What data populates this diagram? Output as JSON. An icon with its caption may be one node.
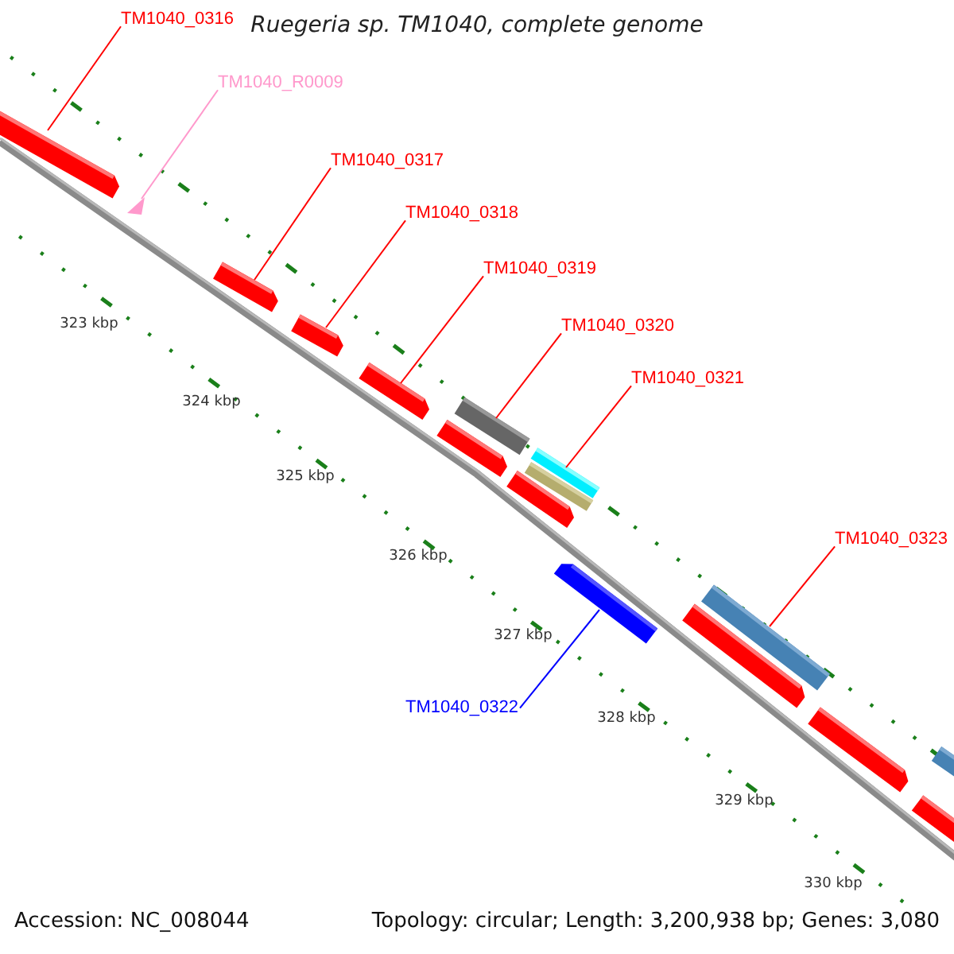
{
  "diagram": {
    "title": "Ruegeria sp. TM1040, complete genome",
    "nodes": [
      {
        "text": [
          "TM1040_0316"
        ]
      },
      {
        "text": [],
        "shape": "bar"
      },
      {
        "text": [
          "TM1040_R0009"
        ]
      },
      {
        "text": [],
        "shape": "triangle"
      },
      {
        "text": [
          "TM1040_0317"
        ]
      },
      {
        "text": [],
        "shape": "bar"
      },
      {
        "text": [
          "TM1040_0318"
        ]
      },
      {
        "text": [],
        "shape": "bar"
      },
      {
        "text": [
          "TM1040_0319"
        ]
      },
      {
        "text": [],
        "shape": "bar"
      },
      {
        "text": [
          "TM1040_0320"
        ]
      },
      {
        "text": [],
        "shape": "bar"
      },
      {
        "text": [],
        "shape": "bar"
      },
      {
        "text": [
          "TM1040_0321"
        ]
      },
      {
        "text": [],
        "shape": "bar"
      },
      {
        "text": [],
        "shape": "bar"
      },
      {
        "text": [],
        "shape": "bar"
      },
      {
        "text": [
          "TM1040_0323"
        ]
      },
      {
        "text": [],
        "shape": "bar"
      },
      {
        "text": [],
        "shape": "bar"
      },
      {
        "text": [],
        "shape": "bar"
      },
      {
        "text": [],
        "shape": "bar"
      },
      {
        "text": [],
        "shape": "bar"
      },
      {
        "text": [],
        "shape": "bar"
      },
      {
        "text": [
          "TM1040_0322"
        ]
      }
    ],
    "edges": [
      {
        "from": 0,
        "to": 1,
        "arrow": "none"
      },
      {
        "from": 2,
        "to": 3,
        "arrow": "none",
        "color": "#ff99cc"
      },
      {
        "from": 4,
        "to": 5,
        "arrow": "none"
      },
      {
        "from": 6,
        "to": 7,
        "arrow": "none"
      },
      {
        "from": 8,
        "to": 9,
        "arrow": "none"
      },
      {
        "from": 10,
        "to": 11,
        "arrow": "none"
      },
      {
        "from": 13,
        "to": 14,
        "arrow": "none"
      },
      {
        "from": 17,
        "to": 18,
        "arrow": "none"
      },
      {
        "from": 24,
        "to": 23,
        "arrow": "none",
        "color": "#0000ff"
      }
    ],
    "labels": [
      "323 kbp",
      "324 kbp",
      "325 kbp",
      "326 kbp",
      "327 kbp",
      "328 kbp",
      "329 kbp",
      "330 kbp",
      "Accession: NC_008044",
      "Topology: circular; Length: 3,200,938 bp; Genes: 3,080"
    ]
  }
}
